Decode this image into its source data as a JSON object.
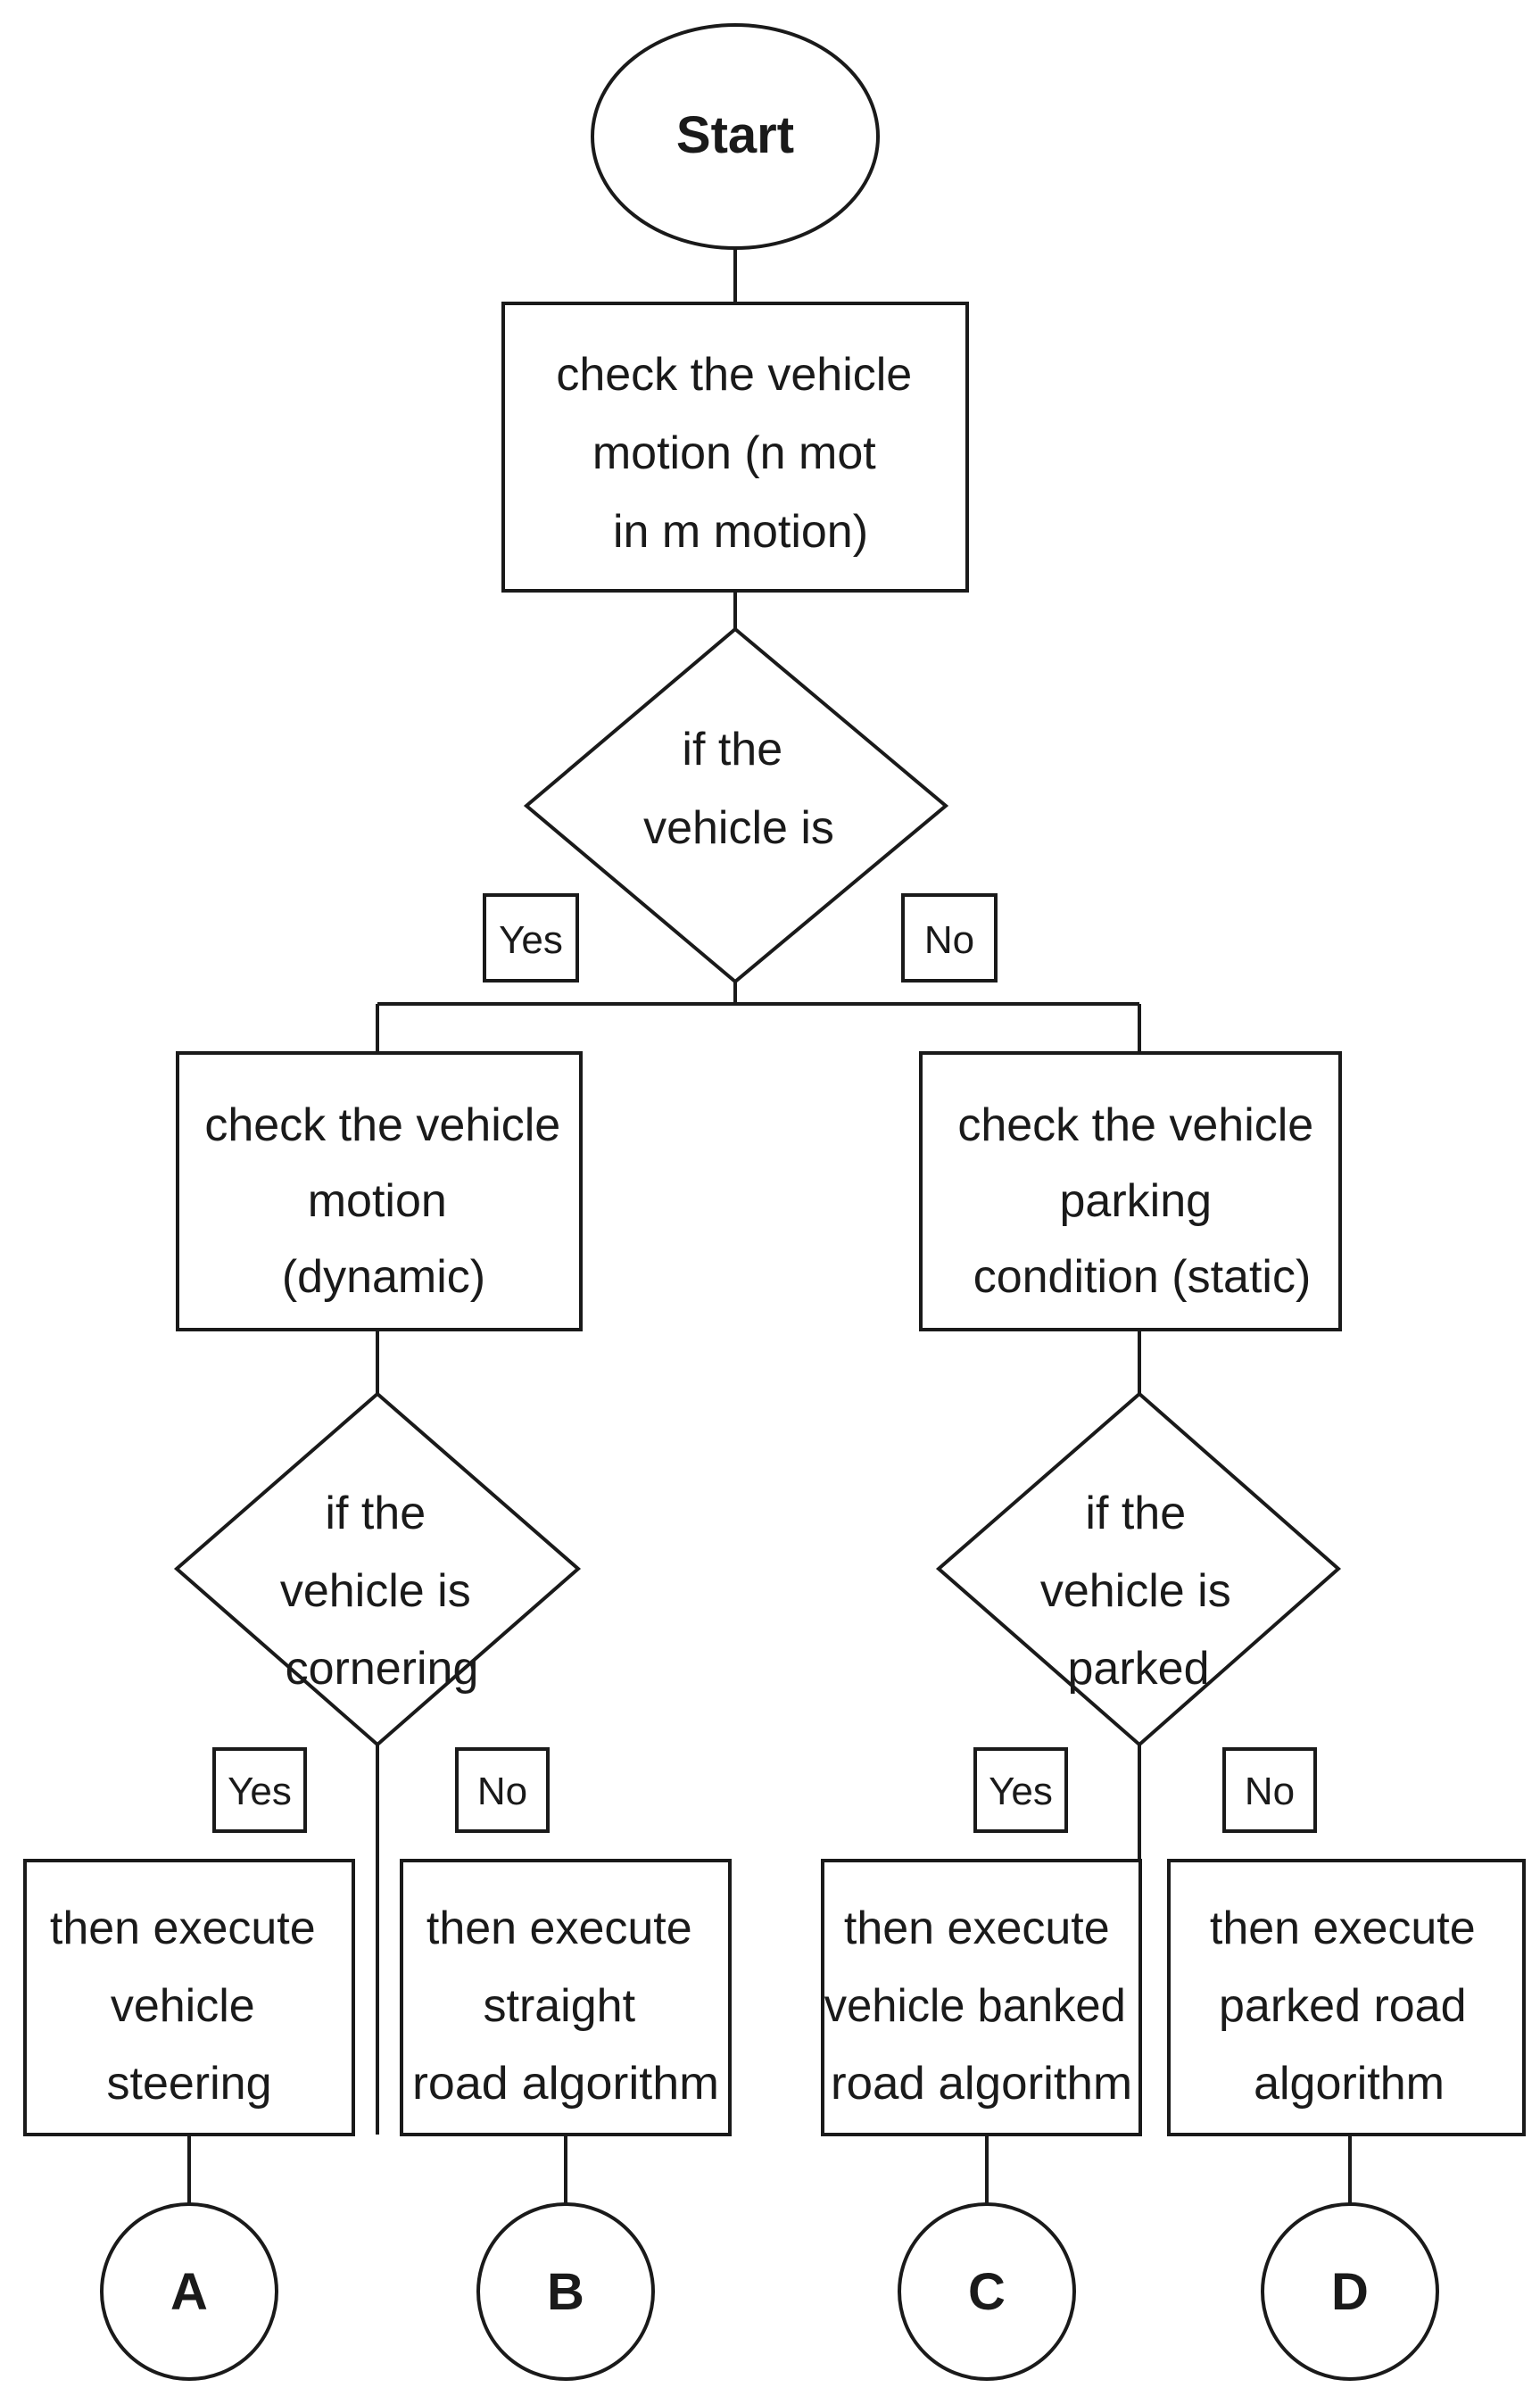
{
  "diagram": {
    "start": {
      "label": "Start"
    },
    "check_motion": {
      "lines": [
        "check the vehicle",
        "motion (n mot",
        "in m motion)"
      ]
    },
    "decision_motion": {
      "lines": [
        "if the",
        "vehicle is"
      ]
    },
    "yes_label_top": "Yes",
    "no_label_top": "No",
    "check_dynamic": {
      "lines": [
        "check the vehicle",
        "motion",
        "(dynamic)"
      ]
    },
    "check_static": {
      "lines": [
        "check the vehicle",
        "parking",
        "condition (static)"
      ]
    },
    "decision_cornering": {
      "lines": [
        "if the",
        "vehicle is",
        "cornering"
      ]
    },
    "decision_parked": {
      "lines": [
        "if the",
        "vehicle is",
        "parked"
      ]
    },
    "yes_label_left": "Yes",
    "no_label_left": "No",
    "yes_label_right": "Yes",
    "no_label_right": "No",
    "exec_steering": {
      "lines": [
        "then execute",
        "vehicle",
        "steering"
      ]
    },
    "exec_straight": {
      "lines": [
        "then execute",
        "straight",
        "road algorithm"
      ]
    },
    "exec_banked": {
      "lines": [
        "then execute",
        "vehicle banked",
        "road algorithm"
      ]
    },
    "exec_parked": {
      "lines": [
        "then execute",
        "parked road",
        "algorithm"
      ]
    },
    "connectors": [
      "A",
      "B",
      "C",
      "D"
    ]
  }
}
